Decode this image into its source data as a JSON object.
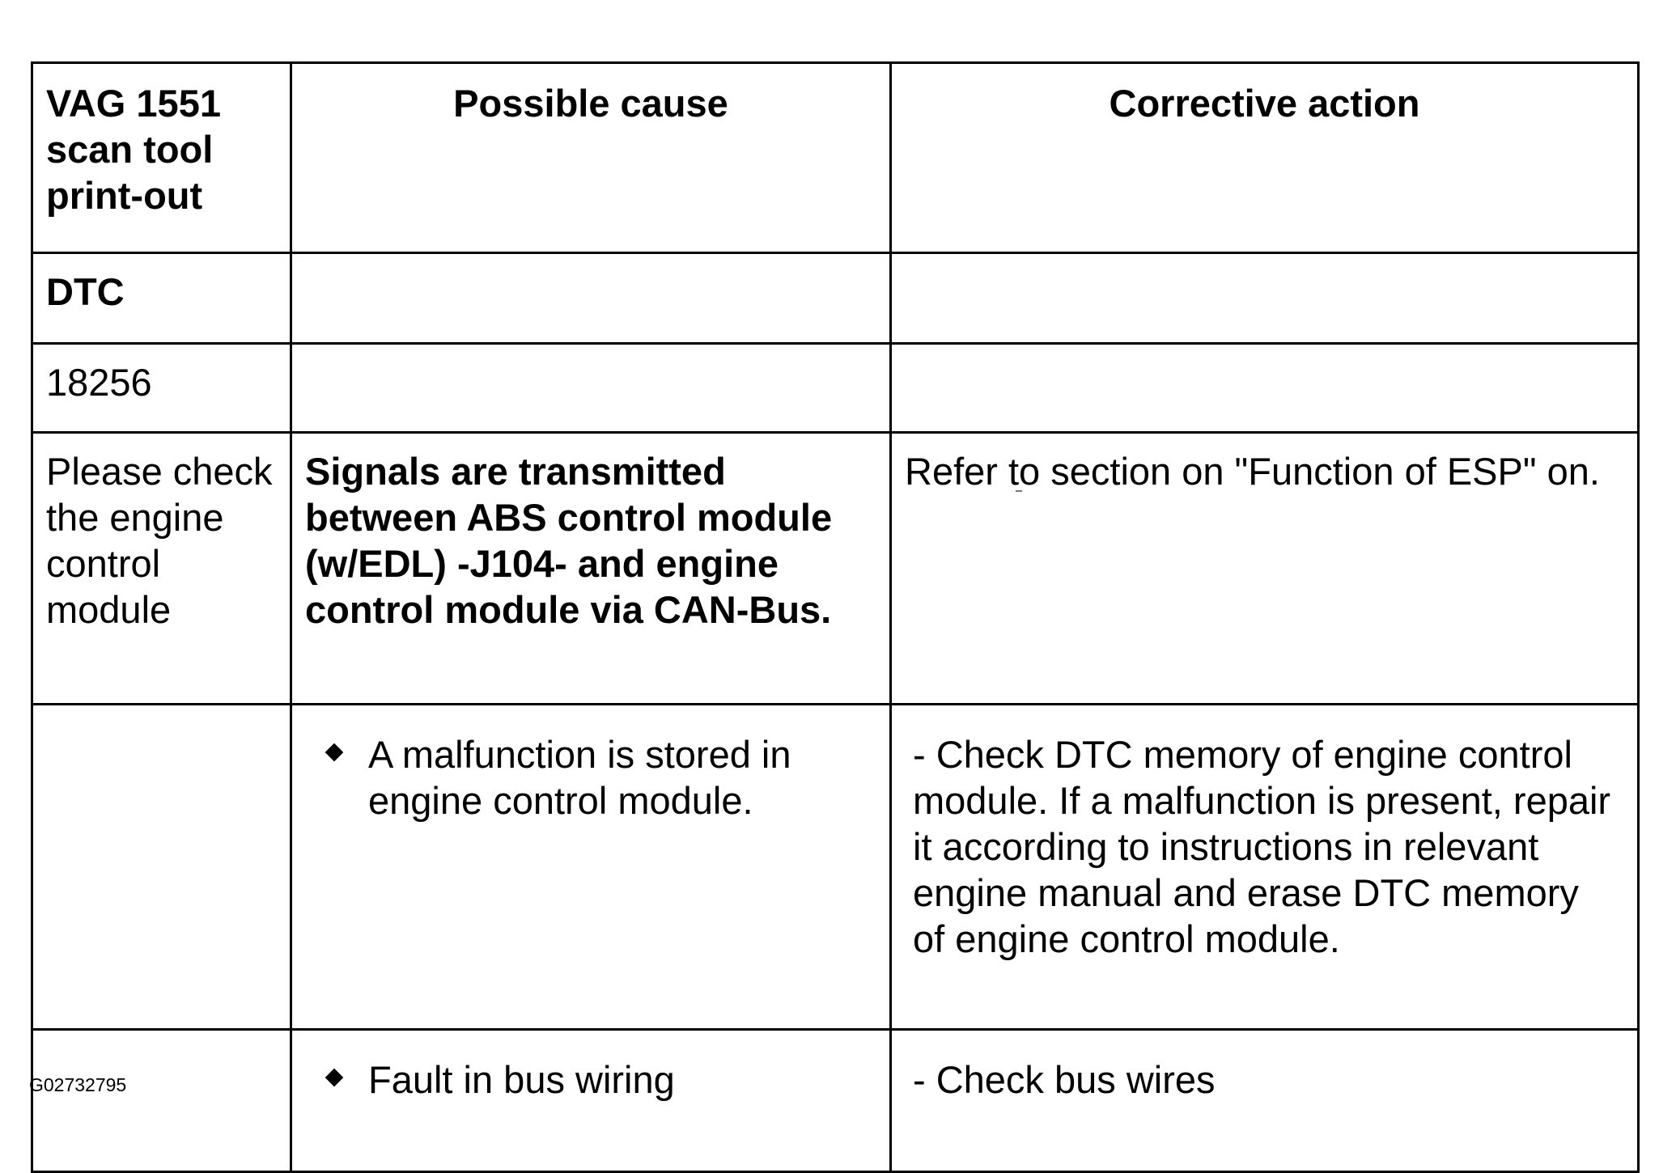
{
  "table": {
    "headers": {
      "col1": "VAG 1551 scan tool print-out",
      "col2": "Possible cause",
      "col3": "Corrective action"
    },
    "rows": {
      "dtc_label": "DTC",
      "dtc_code": "18256",
      "message": "Please check the engine control module",
      "signal_cause": "Signals are transmitted between ABS control module (w/EDL) -J104- and engine control module via CAN-Bus.",
      "signal_action": "Refer to section on \"Function of ESP\" on.",
      "cause1": "A malfunction is stored in engine control module.",
      "action1": "- Check DTC memory of engine control module. If a malfunction is present, repair it according to instructions in relevant engine manual and erase DTC memory of engine control module.",
      "cause2": "Fault in bus wiring",
      "action2": "- Check bus wires"
    }
  },
  "caption": "G02732795",
  "icons": {
    "bullet": "diamond-bullet-icon"
  }
}
